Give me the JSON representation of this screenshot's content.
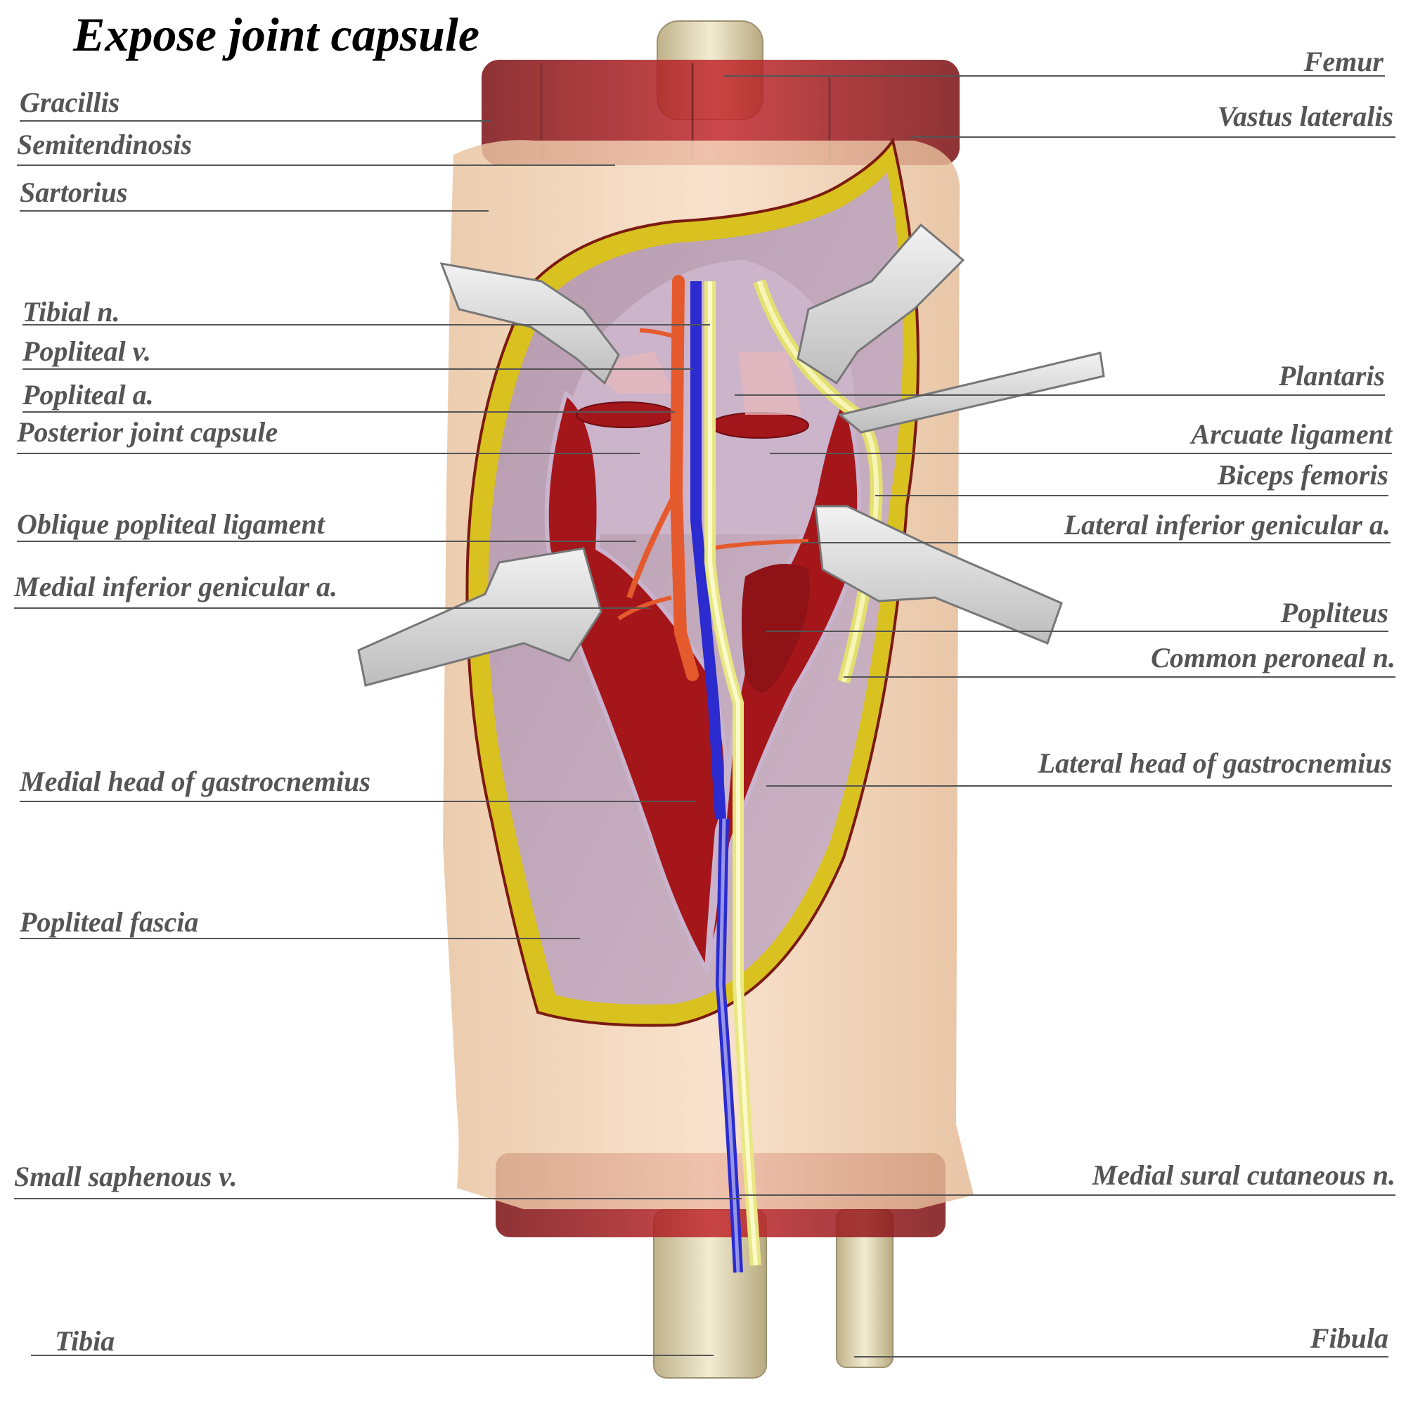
{
  "title": "Expose joint capsule",
  "labels": {
    "gracilis": "Gracillis",
    "semitendinosis": "Semitendinosis",
    "sartorius": "Sartorius",
    "tibial_n": "Tibial n.",
    "popliteal_v": "Popliteal v.",
    "popliteal_a": "Popliteal a.",
    "posterior_joint_capsule": "Posterior joint capsule",
    "oblique_popliteal_ligament": "Oblique popliteal ligament",
    "medial_inferior_genicular_a": "Medial inferior genicular a.",
    "medial_head_gastrocnemius": "Medial head of gastrocnemius",
    "popliteal_fascia": "Popliteal fascia",
    "small_saphenous_v": "Small saphenous v.",
    "tibia": "Tibia",
    "femur": "Femur",
    "vastus_lateralis": "Vastus lateralis",
    "plantaris": "Plantaris",
    "arcuate_ligament": "Arcuate ligament",
    "biceps_femoris": "Biceps femoris",
    "lateral_inferior_genicular_a": "Lateral inferior genicular a.",
    "popliteus": "Popliteus",
    "common_peroneal_n": "Common peroneal n.",
    "lateral_head_gastrocnemius": "Lateral head of gastrocnemius",
    "medial_sural_cutaneous_n": "Medial sural cutaneous n.",
    "fibula": "Fibula"
  },
  "colors": {
    "muscle": "#a5161a",
    "skin": "#f1cfae",
    "fascia": "#c2a6b8",
    "fat": "#d7bf21",
    "bone": "#e9dfbe",
    "nerve": "#f0eea0",
    "vein": "#2b2bd0",
    "artery": "#e04a26",
    "retractor": "#dcdcdc",
    "leader_line": "#555555"
  }
}
